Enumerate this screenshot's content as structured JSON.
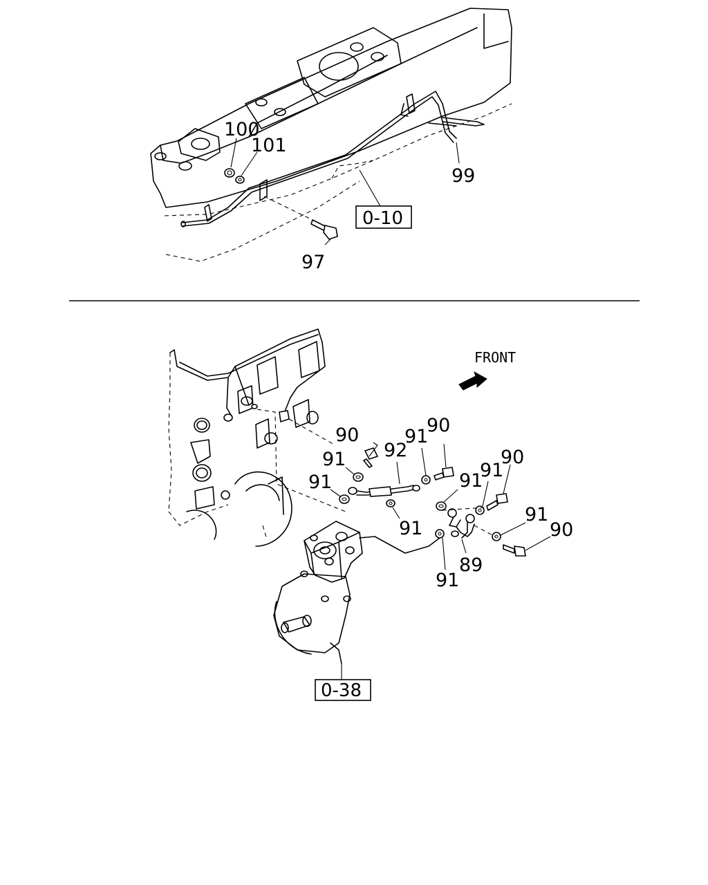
{
  "diagram": {
    "top_section": {
      "callouts": {
        "c100": "100",
        "c101": "101",
        "c99": "99",
        "c97": "97"
      },
      "reference_box": "0-10"
    },
    "bottom_section": {
      "direction_label": "FRONT",
      "callouts": {
        "c90a": "90",
        "c91a": "91",
        "c92": "92",
        "c91b": "91",
        "c90b": "90",
        "c91c": "91",
        "c91d": "91",
        "c91e": "91",
        "c90c": "90",
        "c91f": "91",
        "c90d": "90",
        "c89": "89",
        "c91g": "91"
      },
      "reference_box": "0-38"
    }
  }
}
